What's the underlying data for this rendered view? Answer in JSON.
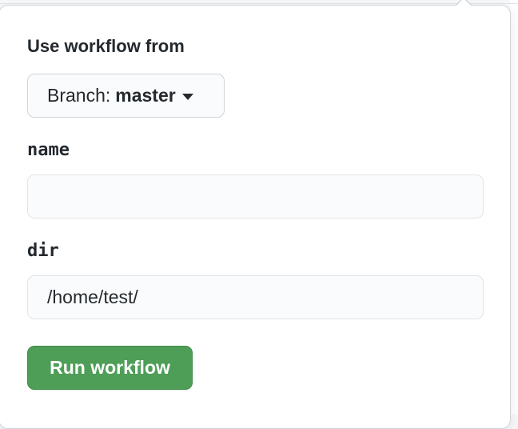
{
  "popover": {
    "heading": "Use workflow from",
    "branch": {
      "label": "Branch:",
      "value": "master",
      "icon": "caret-down-icon"
    },
    "inputs": [
      {
        "label": "name",
        "value": ""
      },
      {
        "label": "dir",
        "value": "/home/test/"
      }
    ],
    "run_button": "Run workflow"
  },
  "colors": {
    "primary_button": "#4e9e57",
    "text": "#24292e",
    "border": "#d1d5da"
  }
}
